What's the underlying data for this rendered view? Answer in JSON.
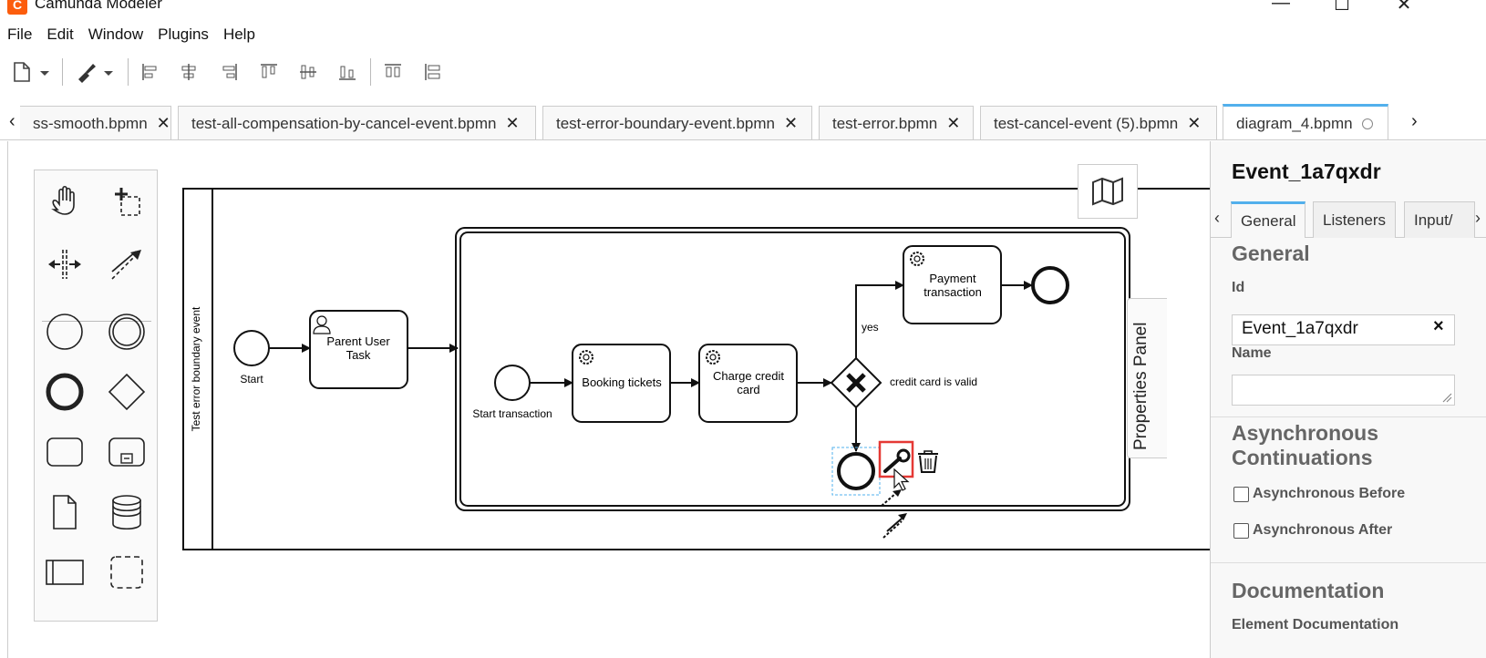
{
  "window": {
    "title": "Camunda Modeler",
    "minimize": "—",
    "maximize": "☐",
    "close": "✕"
  },
  "menu": [
    "File",
    "Edit",
    "Window",
    "Plugins",
    "Help"
  ],
  "tabs": [
    {
      "label": "ss-smooth.bpmn",
      "close": "✕"
    },
    {
      "label": "test-all-compensation-by-cancel-event.bpmn",
      "close": "✕"
    },
    {
      "label": "test-error-boundary-event.bpmn",
      "close": "✕"
    },
    {
      "label": "test-error.bpmn",
      "close": "✕"
    },
    {
      "label": "test-cancel-event (5).bpmn",
      "close": "✕"
    },
    {
      "label": "diagram_4.bpmn",
      "active": true
    }
  ],
  "tab_scroll": {
    "left": "‹",
    "right": "›"
  },
  "diagram": {
    "pool_label": "Test error boundary event",
    "start_label": "Start",
    "parent_task": [
      "Parent User",
      "Task"
    ],
    "start_transaction_label": "Start transaction",
    "booking_task": "Booking tickets",
    "charge_task": [
      "Charge credit",
      "card"
    ],
    "payment_task": [
      "Payment",
      "transaction"
    ],
    "gateway_yes": "yes",
    "gateway_valid": "credit card is valid"
  },
  "properties": {
    "toggle_label": "Properties Panel",
    "title": "Event_1a7qxdr",
    "tabs": [
      "General",
      "Listeners",
      "Input/"
    ],
    "tab_left": "‹",
    "tab_right": "›",
    "general_title": "General",
    "id_label": "Id",
    "id_value": "Event_1a7qxdr",
    "id_clear": "×",
    "name_label": "Name",
    "async_title": "Asynchronous Continuations",
    "async_before": "Asynchronous Before",
    "async_after": "Asynchronous After",
    "doc_title": "Documentation",
    "element_doc": "Element Documentation"
  },
  "colors": {
    "accent": "#52b0ec",
    "highlight": "#e53935",
    "brand": "#fc5d0d"
  }
}
